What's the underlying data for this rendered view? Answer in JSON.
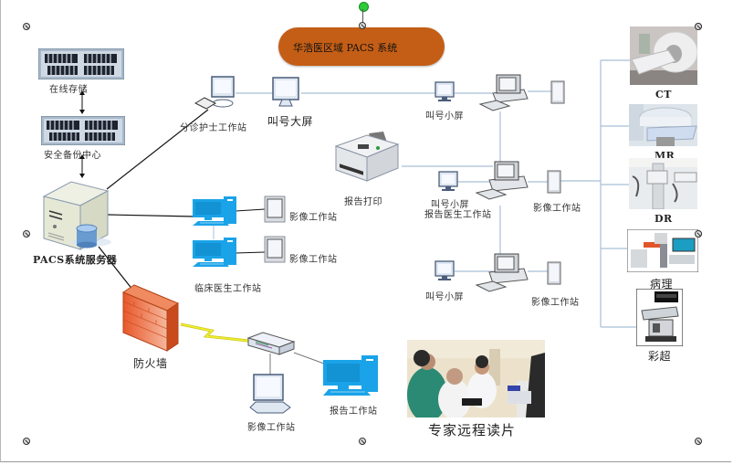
{
  "title": "华浩医区域 PACS 系统",
  "storage": {
    "online": "在线存储",
    "backup": "安全备份中心"
  },
  "server": "PACS系统服务器",
  "triage_nurse": "分诊护士工作站",
  "big_screen": "叫号大屏",
  "report_print": "报告打印",
  "clinical": {
    "image_ws_1": "影像工作站",
    "image_ws_2": "影像工作站",
    "doctor_ws": "临床医生工作站"
  },
  "top_group": {
    "small_screen": "叫号小屏"
  },
  "mid_group": {
    "small_screen": "叫号小屏",
    "report_doctor": "报告医生工作站",
    "image_ws": "影像工作站"
  },
  "bottom_group": {
    "small_screen": "叫号小屏",
    "image_ws": "影像工作站"
  },
  "firewall": "防火墙",
  "remote": {
    "image_ws": "影像工作站",
    "report_ws": "报告工作站",
    "expert": "专家远程读片"
  },
  "modalities": [
    {
      "label": "CT"
    },
    {
      "label": "MR"
    },
    {
      "label": "DR"
    },
    {
      "label": "病理"
    },
    {
      "label": "彩超"
    }
  ],
  "colors": {
    "title_fill": "#c45e16",
    "workstation_blue": "#1aa3e8",
    "firewall_orange": "#e8572a",
    "wire_light": "#a8bfd8",
    "wire_dark": "#111111",
    "lightning": "#e8e820"
  }
}
